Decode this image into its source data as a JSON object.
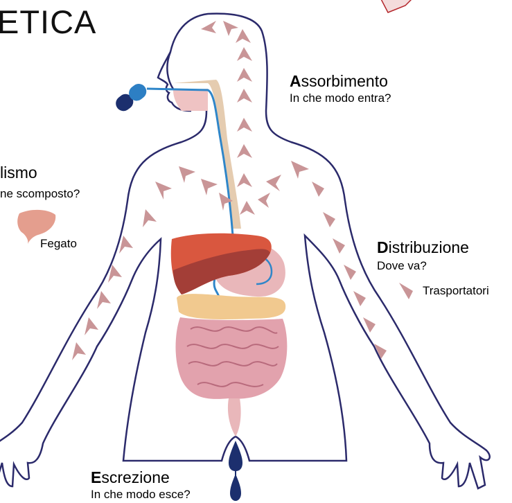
{
  "title": "ETICA",
  "sections": {
    "absorption": {
      "initial": "A",
      "rest": "ssorbimento",
      "question": "In che modo entra?"
    },
    "metabolism": {
      "rest": "lismo",
      "question": "ne scomposto?"
    },
    "distribution": {
      "initial": "D",
      "rest": "istribuzione",
      "question": "Dove va?"
    },
    "excretion": {
      "initial": "E",
      "rest": "screzione",
      "question": "In che modo esce?"
    }
  },
  "labels": {
    "liver": "Fegato",
    "transporters": "Trasportatori"
  },
  "colors": {
    "outline": "#2b2a6b",
    "arrow": "#c99597",
    "liver_dark": "#a33e37",
    "liver_light": "#d9573f",
    "stomach": "#e9b7ba",
    "intestine": "#e2a2ad",
    "colon": "#f1c98f",
    "esophagus": "#e2c6a7",
    "pill_light": "#2d7fc4",
    "pill_dark": "#1c2f6e",
    "line_blue": "#2f86c9"
  },
  "icons": [
    "pill-icon",
    "liver-icon",
    "arrow-icon",
    "droplet-icon"
  ]
}
